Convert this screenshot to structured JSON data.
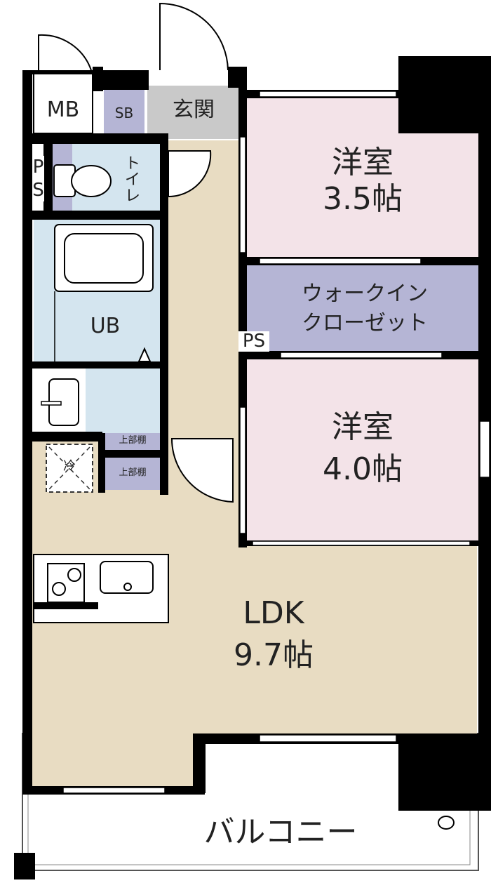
{
  "colors": {
    "bedroom": "#f3e3e8",
    "closet": "#b5b5d5",
    "living": "#e8dcc2",
    "wet": "#d4e5ef",
    "entrance": "#c9c9c9",
    "wall": "#000000"
  },
  "rooms": {
    "mb": "MB",
    "sb": "SB",
    "entrance": "玄関",
    "toilet": "トイレ",
    "ps_left": "PS",
    "ub": "UB",
    "bedroom1_name": "洋室",
    "bedroom1_size": "3.5帖",
    "wic_line1": "ウォークイン",
    "wic_line2": "クローゼット",
    "ps_mid": "PS",
    "bedroom2_name": "洋室",
    "bedroom2_size": "4.0帖",
    "upper_shelf_1": "上部棚",
    "upper_shelf_2": "上部棚",
    "fridge": "冷",
    "ldk_name": "LDK",
    "ldk_size": "9.7帖",
    "balcony": "バルコニー"
  }
}
